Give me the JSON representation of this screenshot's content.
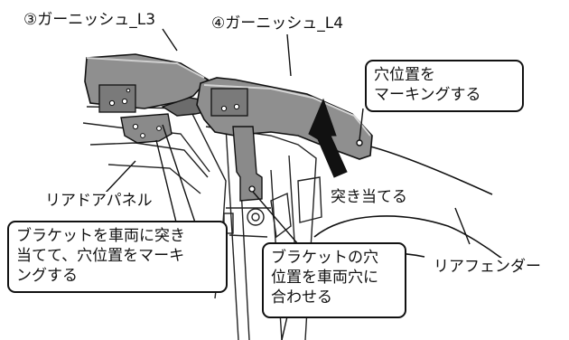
{
  "labels": {
    "garnish_l3": "③ガーニッシュ_L3",
    "garnish_l4": "④ガーニッシュ_L4",
    "rear_door_panel": "リアドアパネル",
    "butt_against": "突き当てる",
    "rear_fender": "リアフェンダー"
  },
  "callouts": {
    "mark_position": [
      "穴位置を",
      "マーキングする"
    ],
    "bracket_mark": [
      "ブラケットを車両に突き",
      "当てて、穴位置をマーキ",
      "ングする"
    ],
    "bracket_align": [
      "ブラケットの穴",
      "位置を車両穴に",
      "合わせる"
    ]
  },
  "colors": {
    "garnish_fill": "#8f8f8f",
    "garnish_dark": "#5e5e5e",
    "line": "#111111",
    "arrow": "#111111",
    "background": "#ffffff"
  }
}
